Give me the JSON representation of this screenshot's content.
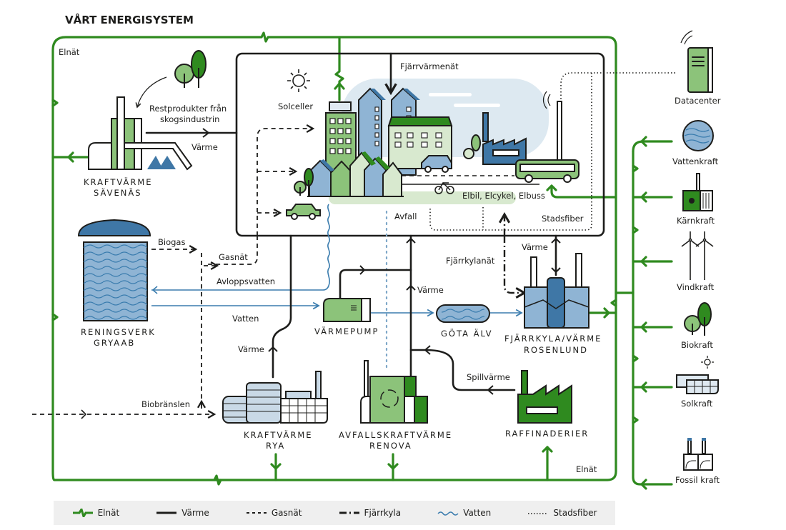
{
  "title": "VÅRT ENERGISYSTEM",
  "colors": {
    "elnat": "#2f8a1f",
    "varme": "#1d1d1b",
    "vatten": "#3a7cae",
    "light_green": "#8cc37a",
    "dark_green": "#2f8a1f",
    "blue": "#8fb4d4",
    "dark_blue": "#3f77a6",
    "sky": "#dde9f1",
    "legend_bg": "#efefef"
  },
  "network_labels": {
    "elnat_top": "Elnät",
    "elnat_bottom": "Elnät",
    "fjarrvarmenat": "Fjärrvärmenät",
    "gasnat": "Gasnät",
    "fjarrkylanat": "Fjärrkylanät",
    "stadsfiber": "Stadsfiber"
  },
  "flow_labels": {
    "varme_savenas": "Värme",
    "restprodukter_line1": "Restprodukter från",
    "restprodukter_line2": "skogsindustrin",
    "biogas": "Biogas",
    "avloppsvatten": "Avloppsvatten",
    "vatten": "Vatten",
    "varme_rya": "Värme",
    "biobranslen": "Biobränslen",
    "avfall": "Avfall",
    "varme_renova": "Värme",
    "varme_rosenlund": "Värme",
    "spillvarme": "Spillvärme"
  },
  "city": {
    "solceller": "Solceller",
    "transport": "Elbil, Elcykel, Elbuss"
  },
  "plants": {
    "savenas": [
      "KRAFTVÄRME",
      "SÄVENÄS"
    ],
    "gryaab": [
      "RENINGSVERK",
      "GRYAAB"
    ],
    "varmepump": [
      "VÄRMEPUMP"
    ],
    "gota_alv": [
      "GÖTA ÄLV"
    ],
    "rosenlund": [
      "FJÄRRKYLA/VÄRME",
      "ROSENLUND"
    ],
    "rya": [
      "KRAFTVÄRME",
      "RYA"
    ],
    "renova": [
      "AVFALLSKRAFTVÄRME",
      "RENOVA"
    ],
    "raffinaderier": [
      "RAFFINADERIER"
    ]
  },
  "sources": [
    {
      "label": "Datacenter",
      "icon": "server-icon"
    },
    {
      "label": "Vattenkraft",
      "icon": "water-globe-icon"
    },
    {
      "label": "Kärnkraft",
      "icon": "nuclear-plant-icon"
    },
    {
      "label": "Vindkraft",
      "icon": "wind-turbine-icon"
    },
    {
      "label": "Biokraft",
      "icon": "trees-icon"
    },
    {
      "label": "Solkraft",
      "icon": "solar-panel-icon"
    },
    {
      "label": "Fossil kraft",
      "icon": "fossil-plant-icon"
    }
  ],
  "legend": [
    {
      "label": "Elnät",
      "style": "grid"
    },
    {
      "label": "Värme",
      "style": "solid"
    },
    {
      "label": "Gasnät",
      "style": "dashed"
    },
    {
      "label": "Fjärrkyla",
      "style": "dash-dot"
    },
    {
      "label": "Vatten",
      "style": "wavy"
    },
    {
      "label": "Stadsfiber",
      "style": "dotted"
    }
  ]
}
